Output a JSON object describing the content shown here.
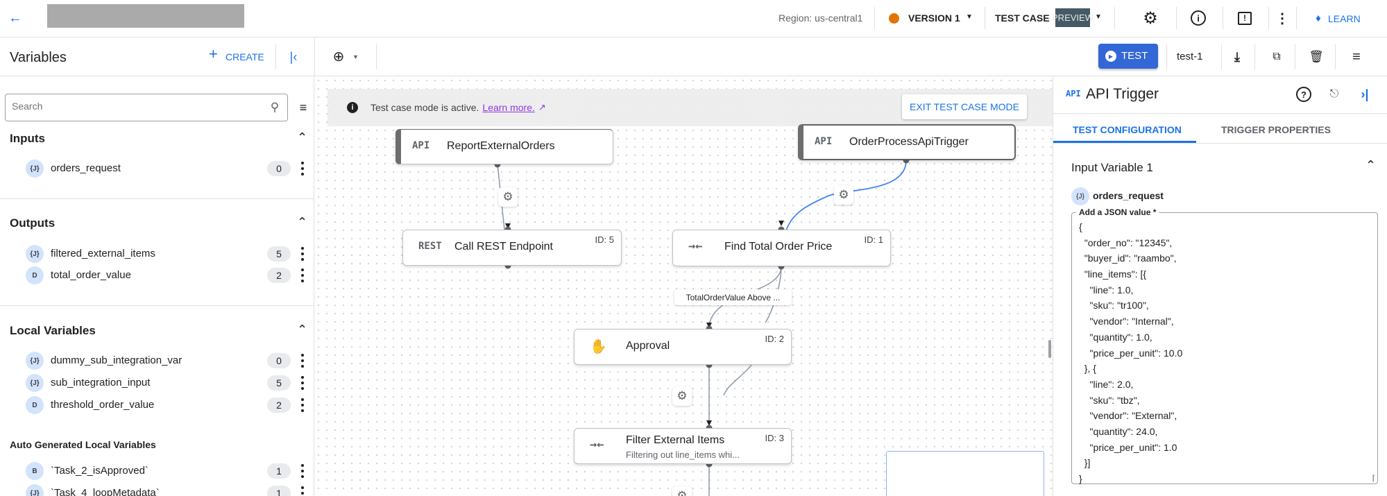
{
  "topbar": {
    "title_redacted": "",
    "region": "Region: us-central1",
    "version": "VERSION 1",
    "version_status_color": "#e37400",
    "test_case": "TEST CASE",
    "preview_badge": "PREVIEW",
    "learn": "LEARN",
    "icons": [
      "back-arrow-icon",
      "gear-icon",
      "info-icon",
      "feedback-icon",
      "more-vert-icon",
      "learn-icon"
    ]
  },
  "toolbar": {
    "variables_title": "Variables",
    "create_label": "CREATE",
    "test_label": "TEST",
    "test_case_name": "test-1"
  },
  "left": {
    "search_placeholder": "Search",
    "sections": [
      {
        "title": "Inputs",
        "items": [
          {
            "type": "{J}",
            "name": "orders_request",
            "count": "0"
          }
        ]
      },
      {
        "title": "Outputs",
        "items": [
          {
            "type": "{J}",
            "name": "filtered_external_items",
            "count": "5"
          },
          {
            "type": "D",
            "name": "total_order_value",
            "count": "2"
          }
        ]
      },
      {
        "title": "Local Variables",
        "items": [
          {
            "type": "{J}",
            "name": "dummy_sub_integration_var",
            "count": "0"
          },
          {
            "type": "{J}",
            "name": "sub_integration_input",
            "count": "5"
          },
          {
            "type": "D",
            "name": "threshold_order_value",
            "count": "2"
          }
        ]
      },
      {
        "title": "Auto Generated Local Variables",
        "items": [
          {
            "type": "B",
            "name": "`Task_2_isApproved`",
            "count": "1"
          },
          {
            "type": "{J}",
            "name": "`Task_4_loopMetadata`",
            "count": "1"
          }
        ]
      }
    ]
  },
  "canvas": {
    "banner_text": "Test case mode is active.",
    "banner_link": "Learn more.",
    "exit_button": "EXIT TEST CASE MODE",
    "nodes": [
      {
        "icon": "API",
        "title": "ReportExternalOrders"
      },
      {
        "icon": "API",
        "title": "OrderProcessApiTrigger"
      },
      {
        "icon": "REST",
        "title": "Call REST Endpoint",
        "id": "ID: 5"
      },
      {
        "icon": "mapping",
        "title": "Find Total Order Price",
        "id": "ID: 1"
      },
      {
        "icon": "hand",
        "title": "Approval",
        "id": "ID: 2"
      },
      {
        "icon": "mapping",
        "title": "Filter External Items",
        "id": "ID: 3",
        "subtitle": "Filtering out line_items whi..."
      }
    ],
    "edge_label": "TotalOrderValue Above ...",
    "accent_edge_color": "#4285f4"
  },
  "right": {
    "icon": "API",
    "title": "API Trigger",
    "tabs": [
      "TEST CONFIGURATION",
      "TRIGGER PROPERTIES"
    ],
    "active_tab": "TEST CONFIGURATION",
    "section_title": "Input Variable 1",
    "var_type": "{J}",
    "var_name": "orders_request",
    "field_label": "Add a JSON value *",
    "json_lines": [
      "{",
      "  \"order_no\": \"12345\",",
      "  \"buyer_id\": \"raambo\",",
      "  \"line_items\": [{",
      "    \"line\": 1.0,",
      "    \"sku\": \"tr100\",",
      "    \"vendor\": \"Internal\",",
      "    \"quantity\": 1.0,",
      "    \"price_per_unit\": 10.0",
      "  }, {",
      "    \"line\": 2.0,",
      "    \"sku\": \"tbz\",",
      "    \"vendor\": \"External\",",
      "    \"quantity\": 24.0,",
      "    \"price_per_unit\": 1.0",
      "  }]",
      "}"
    ]
  }
}
